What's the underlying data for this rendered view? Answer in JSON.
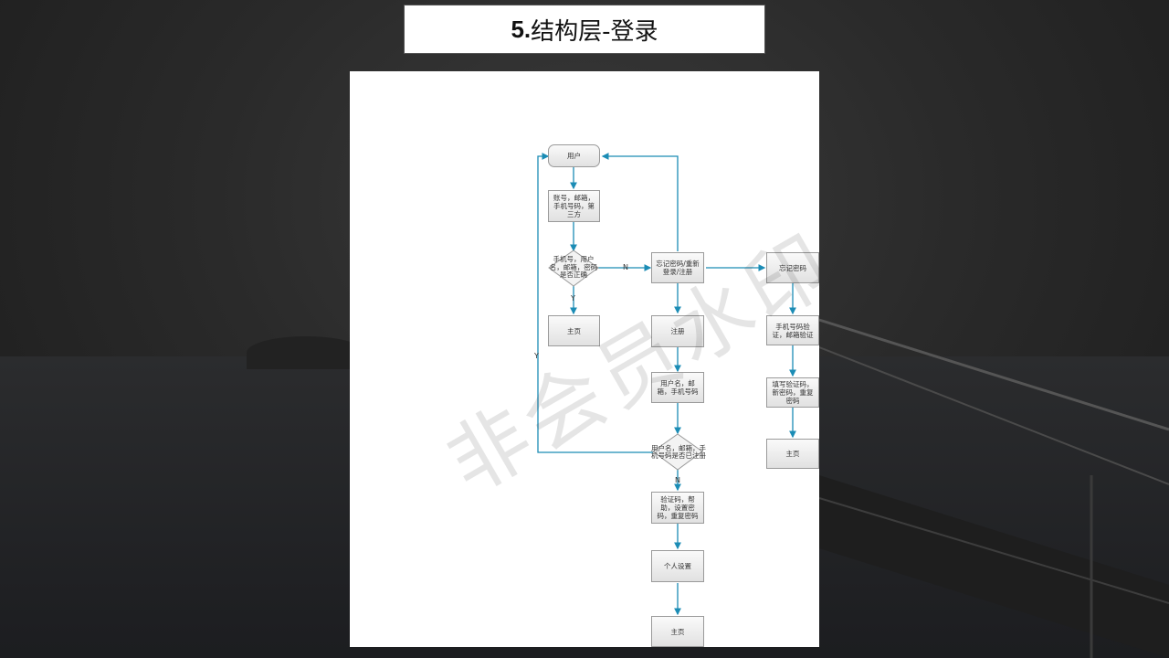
{
  "title": {
    "number": "5.",
    "text": "结构层-登录"
  },
  "watermark": "非会员水印",
  "flowchart": {
    "nodes": {
      "user": "用户",
      "account": "账号，邮箱，手机号码，第三方",
      "check_valid": "手机号，用户名，邮箱，密码是否正确",
      "forgot_relogin": "忘记密码/重新登录/注册",
      "forgot_pwd": "忘记密码",
      "home_left": "主页",
      "register": "注册",
      "phone_verify": "手机号码验证，邮箱验证",
      "reg_info": "用户名，邮箱，手机号码",
      "fill_code": "填写验证码，新密码，重复密码",
      "check_registered": "用户名，邮箱，手机号码是否已注册",
      "home_right": "主页",
      "verify_help": "验证码，帮助，设置密码，重复密码",
      "personal": "个人设置",
      "home_bottom": "主页"
    },
    "labels": {
      "n1": "N",
      "y1": "Y",
      "y2": "Y",
      "n2": "N"
    },
    "edge_color": "#1b8cb5"
  }
}
